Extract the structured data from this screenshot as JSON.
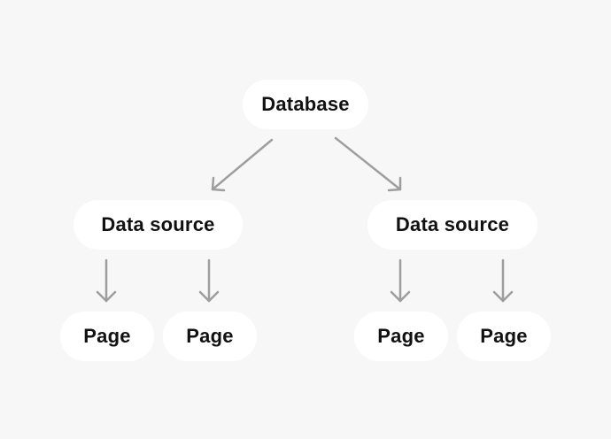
{
  "nodes": {
    "database": "Database",
    "data_source_left": "Data source",
    "data_source_right": "Data source",
    "page_1": "Page",
    "page_2": "Page",
    "page_3": "Page",
    "page_4": "Page"
  },
  "colors": {
    "background": "#f7f7f7",
    "node_fill": "#ffffff",
    "node_text": "#111111",
    "arrow": "#9e9e9e"
  }
}
